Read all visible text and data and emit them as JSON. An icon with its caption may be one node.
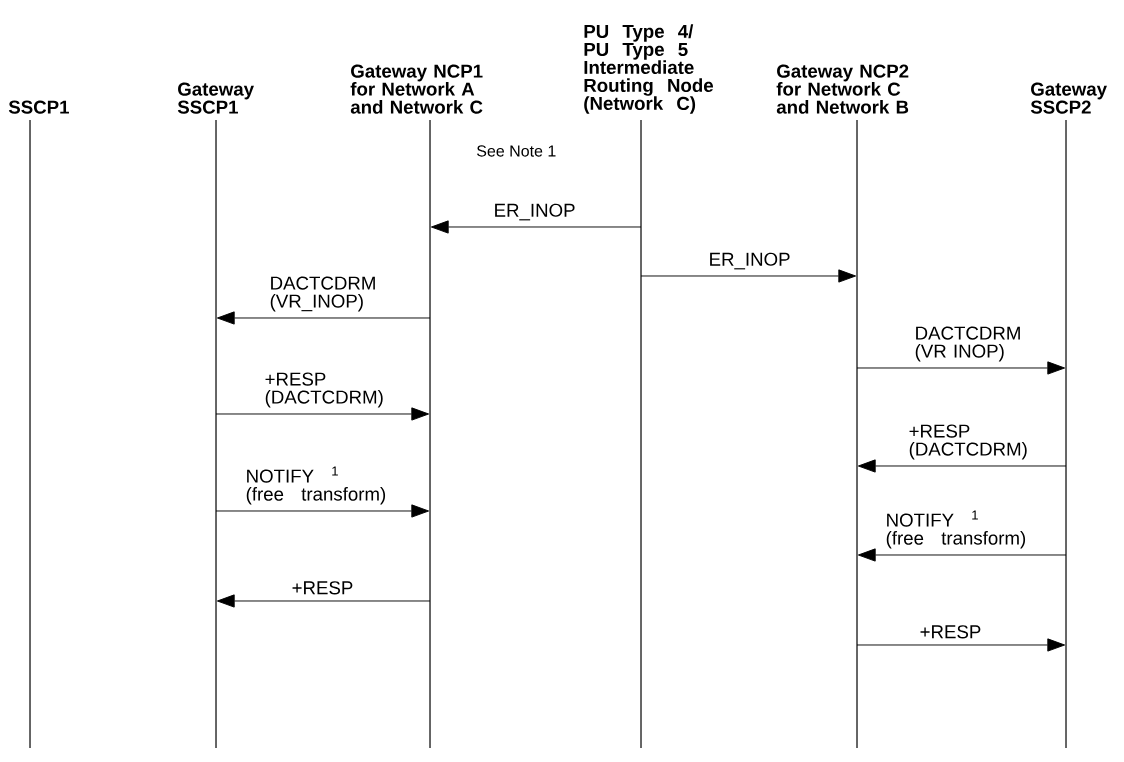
{
  "diagram": {
    "nodes": [
      {
        "text": [
          "SSCP1"
        ]
      },
      {
        "text": [
          "Gateway SSCP1"
        ]
      },
      {
        "text": [
          "Gateway NCP1 for Network A and Network C"
        ]
      },
      {
        "text": [
          "PU Type 4/ PU Type 5 Intermediate Routing Node (Network C)"
        ]
      },
      {
        "text": [
          "Gateway NCP2 for Network C and Network B"
        ]
      },
      {
        "text": [
          "Gateway SSCP2"
        ]
      }
    ],
    "edges": [
      {
        "from": 3,
        "to": 2,
        "arrow": "to",
        "label": "ER_INOP"
      },
      {
        "from": 3,
        "to": 4,
        "arrow": "to",
        "label": "ER_INOP"
      },
      {
        "from": 2,
        "to": 1,
        "arrow": "to",
        "label": "DACTCDRM (VR_INOP)"
      },
      {
        "from": 4,
        "to": 5,
        "arrow": "to",
        "label": "DACTCDRM (VR INOP)"
      },
      {
        "from": 1,
        "to": 2,
        "arrow": "to",
        "label": "+RESP (DACTCDRM)"
      },
      {
        "from": 5,
        "to": 4,
        "arrow": "to",
        "label": "+RESP (DACTCDRM)"
      },
      {
        "from": 1,
        "to": 2,
        "arrow": "to",
        "label": "NOTIFY $^{1}$ (free transform)"
      },
      {
        "from": 5,
        "to": 4,
        "arrow": "to",
        "label": "NOTIFY $^{1}$ (free transform)"
      },
      {
        "from": 2,
        "to": 1,
        "arrow": "to",
        "label": "+RESP"
      },
      {
        "from": 4,
        "to": 5,
        "arrow": "to",
        "label": "+RESP"
      }
    ],
    "labels": [
      "See Note 1"
    ]
  }
}
